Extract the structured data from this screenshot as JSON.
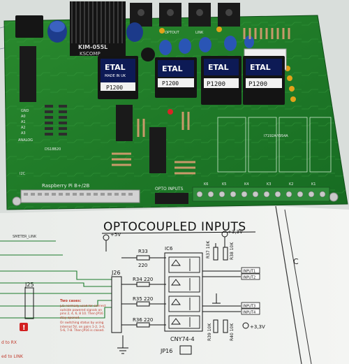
{
  "board": {
    "heatsink_label_1": "KIM-055L",
    "heatsink_label_2": "KSCOMP",
    "transformer_brand": "ETAL",
    "transformer_made_in": "MADE IN UK",
    "transformer_model": "P1200",
    "silk_raspberry": "Raspberry Pi B+/2B",
    "silk_analog": "ANALOG",
    "silk_opto_inputs": "OPTO INPUTS",
    "silk_optoout": "OPTOUT",
    "silk_link": "LINK",
    "silk_ds18b20": "DS18B20",
    "silk_i2c": "I2C",
    "silk_gnd": "GND",
    "silk_a0": "A0",
    "silk_a1": "A1",
    "silk_a2": "A2",
    "silk_a3": "A3",
    "silk_k1": "K1",
    "silk_k2": "K2",
    "silk_k3": "K3",
    "silk_k4": "K4",
    "silk_k5": "K5",
    "silk_k6": "K6",
    "silk_relay_code": "I7192A-Y9S4A"
  },
  "schematic": {
    "title": "OPTOCOUPLED INPUTS",
    "v5": "+5V",
    "v33_top": "+3,3V",
    "v33_right": "+3,3V",
    "r33": "R33",
    "r33_val": "220",
    "r34": "R34 220",
    "r35": "R35 220",
    "r36": "R36 220",
    "ic6": "IC6",
    "ic_part": "CNY74-4",
    "j26": "J26",
    "j25": "J25",
    "jp16": "JP16",
    "r37": "R37 10K",
    "r38": "R38 10K",
    "r39": "R39 10K",
    "r40": "R40 10K",
    "input1": "INPUT1",
    "input2": "INPUT2",
    "input3": "INPUT3",
    "input4": "INPUT4",
    "smeter": "SMETER_LINK",
    "col_c": "C",
    "note_title": "Two cases:",
    "note_1": "J25 normally used for connect outside powered signals on pins 2, 4, 6, 8 10. Then JP16 stay opened.",
    "note_2": "Or switching status by using internal 5V, on pairs 1-2, 3-4, 5-6, 7-8. Then JP16 is closed.",
    "left_note_1": "d to RX",
    "left_note_2": "ed to LINK"
  }
}
